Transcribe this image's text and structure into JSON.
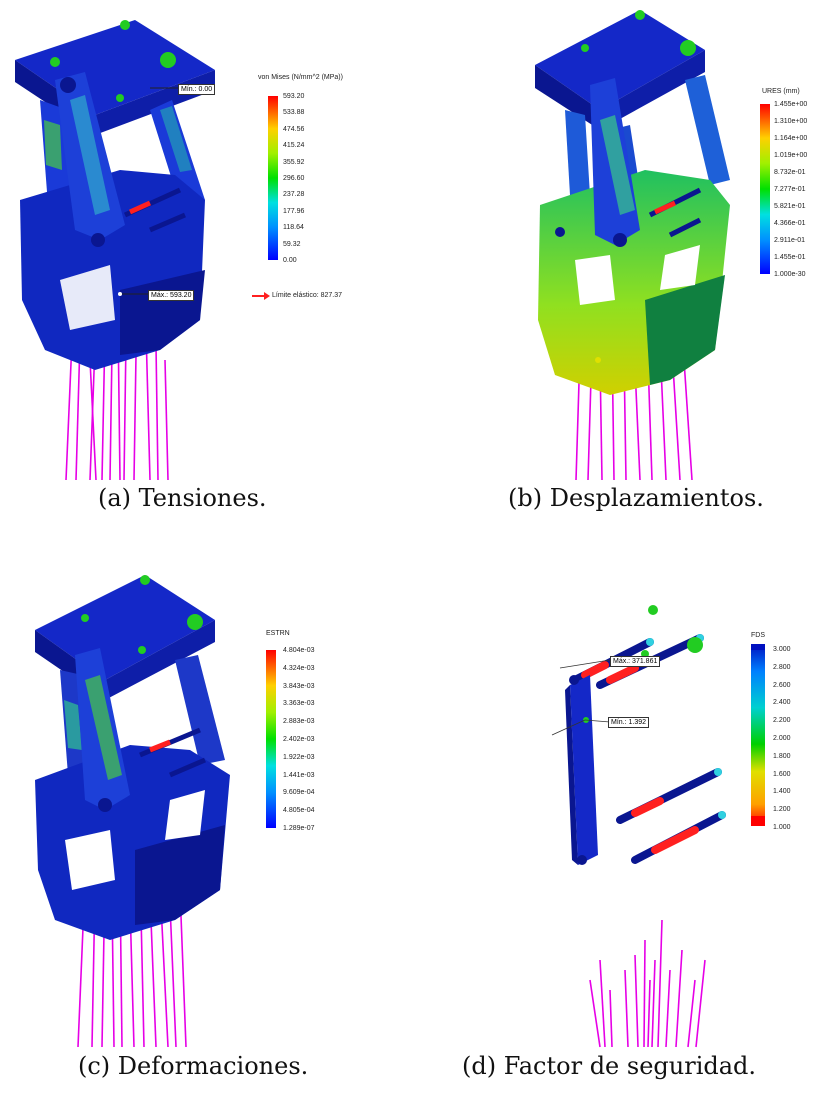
{
  "panels": {
    "a": {
      "caption": "(a) Tensiones.",
      "legend_title": "von Mises (N/mm^2 (MPa))",
      "ticks": [
        "593.20",
        "533.88",
        "474.56",
        "415.24",
        "355.92",
        "296.60",
        "237.28",
        "177.96",
        "118.64",
        "59.32",
        "0.00"
      ],
      "min_label": "Mín.: 0.00",
      "max_label": "Máx.: 593.20",
      "yield_label": "Límite elástico: 827.37"
    },
    "b": {
      "caption": "(b) Desplazamientos.",
      "legend_title": "URES (mm)",
      "ticks": [
        "1.455e+00",
        "1.310e+00",
        "1.164e+00",
        "1.019e+00",
        "8.732e-01",
        "7.277e-01",
        "5.821e-01",
        "4.366e-01",
        "2.911e-01",
        "1.455e-01",
        "1.000e-30"
      ]
    },
    "c": {
      "caption": "(c) Deformaciones.",
      "legend_title": "ESTRN",
      "ticks": [
        "4.804e-03",
        "4.324e-03",
        "3.843e-03",
        "3.363e-03",
        "2.883e-03",
        "2.402e-03",
        "1.922e-03",
        "1.441e-03",
        "9.609e-04",
        "4.805e-04",
        "1.289e-07"
      ]
    },
    "d": {
      "caption": "(d) Factor de seguridad.",
      "legend_title": "FDS",
      "ticks": [
        "3.000",
        "2.800",
        "2.600",
        "2.400",
        "2.200",
        "2.000",
        "1.800",
        "1.600",
        "1.400",
        "1.200",
        "1.000"
      ],
      "min_label": "Mín.: 1.392",
      "max_label": "Máx.: 371.861"
    }
  },
  "colors": {
    "part_blue": "#1428c8",
    "dark_blue": "#0a1690",
    "cable": "#e600e6",
    "fixture_green": "#22cc22",
    "accent_red": "#ff2020"
  }
}
